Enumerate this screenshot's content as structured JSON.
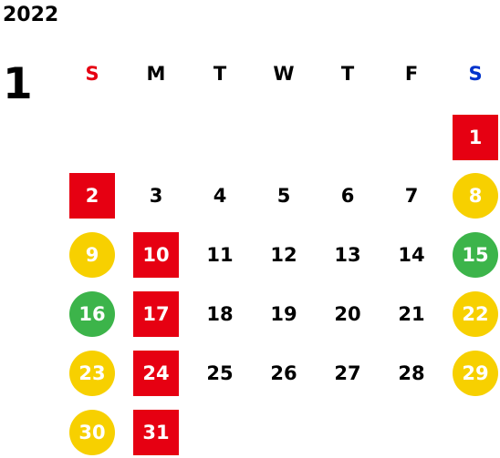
{
  "calendar": {
    "year": "2022",
    "month": "1",
    "weekdays": [
      {
        "label": "S",
        "color": "#e60012"
      },
      {
        "label": "M",
        "color": "#000000"
      },
      {
        "label": "T",
        "color": "#000000"
      },
      {
        "label": "W",
        "color": "#000000"
      },
      {
        "label": "T",
        "color": "#000000"
      },
      {
        "label": "F",
        "color": "#000000"
      },
      {
        "label": "S",
        "color": "#0033cc"
      }
    ],
    "days": [
      {
        "label": "1",
        "style": "holiday",
        "row": 0,
        "col": 6
      },
      {
        "label": "2",
        "style": "holiday",
        "row": 1,
        "col": 0
      },
      {
        "label": "3",
        "style": "plain",
        "row": 1,
        "col": 1
      },
      {
        "label": "4",
        "style": "plain",
        "row": 1,
        "col": 2
      },
      {
        "label": "5",
        "style": "plain",
        "row": 1,
        "col": 3
      },
      {
        "label": "6",
        "style": "plain",
        "row": 1,
        "col": 4
      },
      {
        "label": "7",
        "style": "plain",
        "row": 1,
        "col": 5
      },
      {
        "label": "8",
        "style": "yellow",
        "row": 1,
        "col": 6
      },
      {
        "label": "9",
        "style": "yellow",
        "row": 2,
        "col": 0
      },
      {
        "label": "10",
        "style": "holiday",
        "row": 2,
        "col": 1
      },
      {
        "label": "11",
        "style": "plain",
        "row": 2,
        "col": 2
      },
      {
        "label": "12",
        "style": "plain",
        "row": 2,
        "col": 3
      },
      {
        "label": "13",
        "style": "plain",
        "row": 2,
        "col": 4
      },
      {
        "label": "14",
        "style": "plain",
        "row": 2,
        "col": 5
      },
      {
        "label": "15",
        "style": "green",
        "row": 2,
        "col": 6
      },
      {
        "label": "16",
        "style": "green",
        "row": 3,
        "col": 0
      },
      {
        "label": "17",
        "style": "holiday",
        "row": 3,
        "col": 1
      },
      {
        "label": "18",
        "style": "plain",
        "row": 3,
        "col": 2
      },
      {
        "label": "19",
        "style": "plain",
        "row": 3,
        "col": 3
      },
      {
        "label": "20",
        "style": "plain",
        "row": 3,
        "col": 4
      },
      {
        "label": "21",
        "style": "plain",
        "row": 3,
        "col": 5
      },
      {
        "label": "22",
        "style": "yellow",
        "row": 3,
        "col": 6
      },
      {
        "label": "23",
        "style": "yellow",
        "row": 4,
        "col": 0
      },
      {
        "label": "24",
        "style": "holiday",
        "row": 4,
        "col": 1
      },
      {
        "label": "25",
        "style": "plain",
        "row": 4,
        "col": 2
      },
      {
        "label": "26",
        "style": "plain",
        "row": 4,
        "col": 3
      },
      {
        "label": "27",
        "style": "plain",
        "row": 4,
        "col": 4
      },
      {
        "label": "28",
        "style": "plain",
        "row": 4,
        "col": 5
      },
      {
        "label": "29",
        "style": "yellow",
        "row": 4,
        "col": 6
      },
      {
        "label": "30",
        "style": "yellow",
        "row": 5,
        "col": 0
      },
      {
        "label": "31",
        "style": "holiday",
        "row": 5,
        "col": 1
      }
    ]
  }
}
